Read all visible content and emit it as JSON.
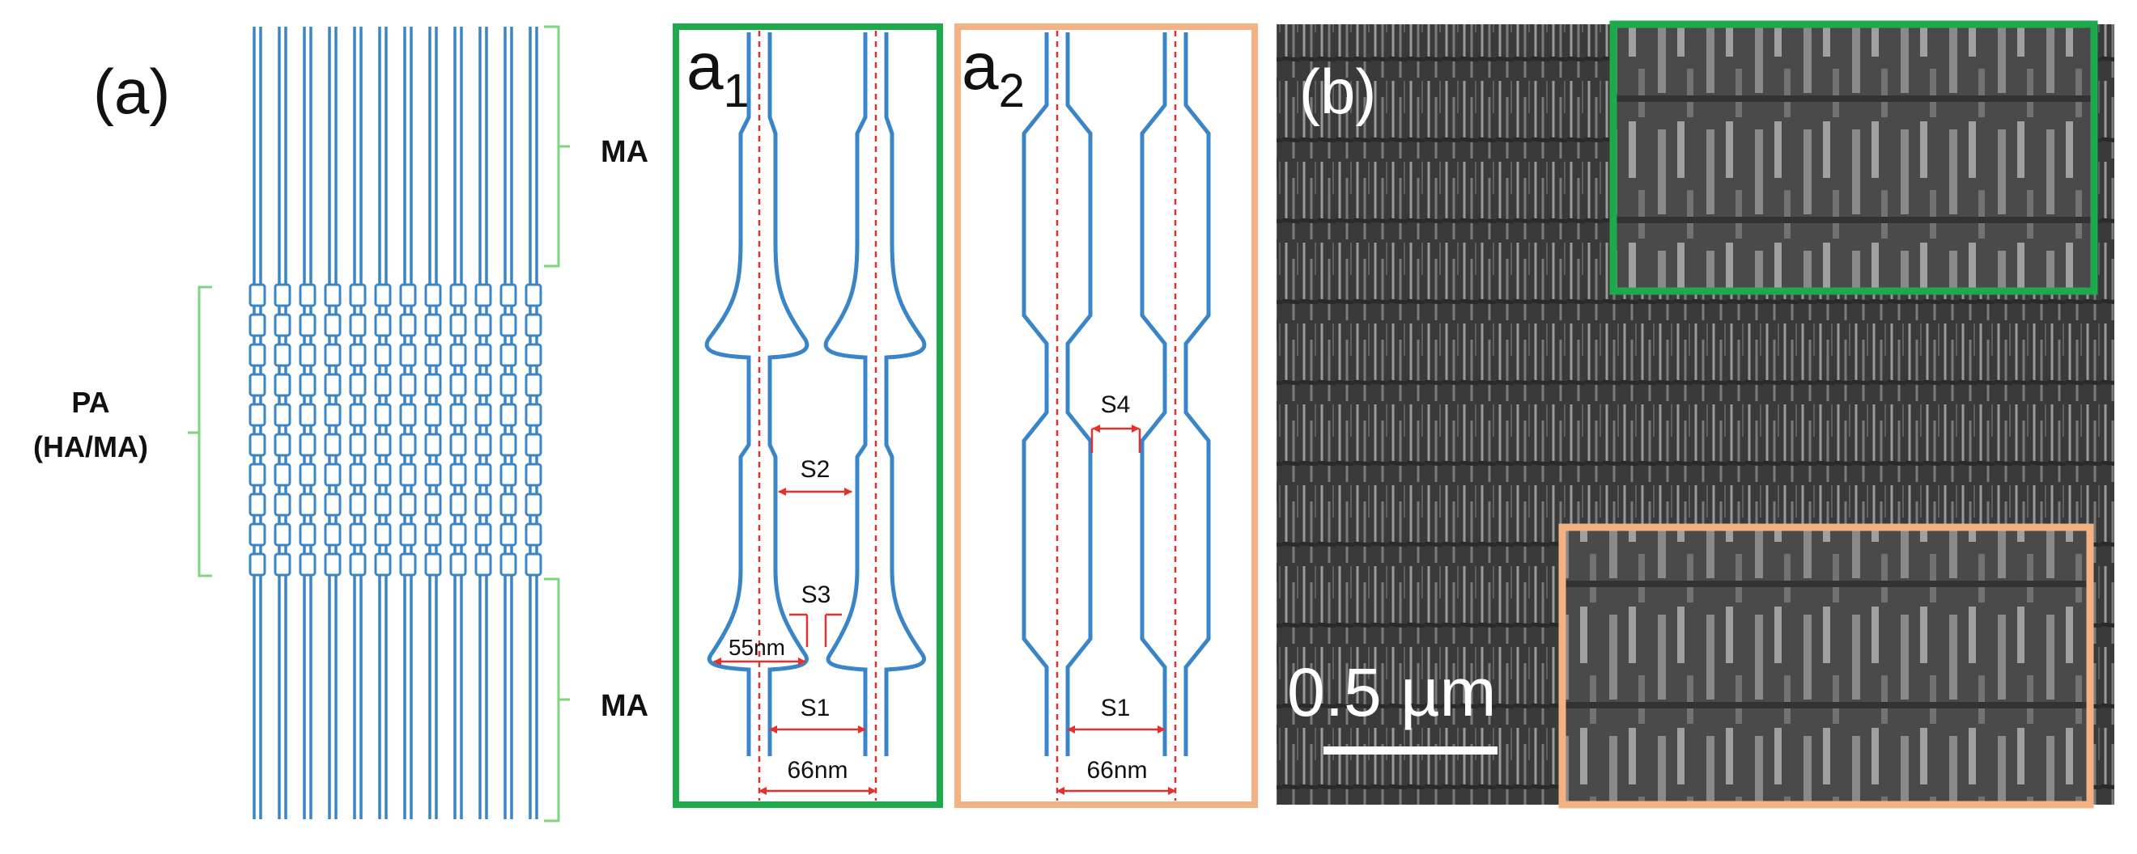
{
  "panel_a": {
    "label": "(a)",
    "bracket_top_label": "MA",
    "bracket_bottom_label": "MA",
    "bracket_left_label_line1": "PA",
    "bracket_left_label_line2": "(HA/MA)"
  },
  "panel_a1": {
    "label_base": "a",
    "label_sub": "1",
    "s1": "S1",
    "s2": "S2",
    "s3": "S3",
    "width_55": "55nm",
    "width_66": "66nm"
  },
  "panel_a2": {
    "label_base": "a",
    "label_sub": "2",
    "s4": "S4",
    "s1": "S1",
    "width_66": "66nm"
  },
  "panel_b": {
    "label": "(b)",
    "scale_bar": "0.5 µm"
  },
  "colors": {
    "wire_blue": "#3a84c8",
    "bracket_green": "#7fd47f",
    "frame_green": "#1daa4c",
    "frame_orange": "#f4b183",
    "dim_red": "#e53030",
    "sem_bg": "#3b3b3b"
  }
}
